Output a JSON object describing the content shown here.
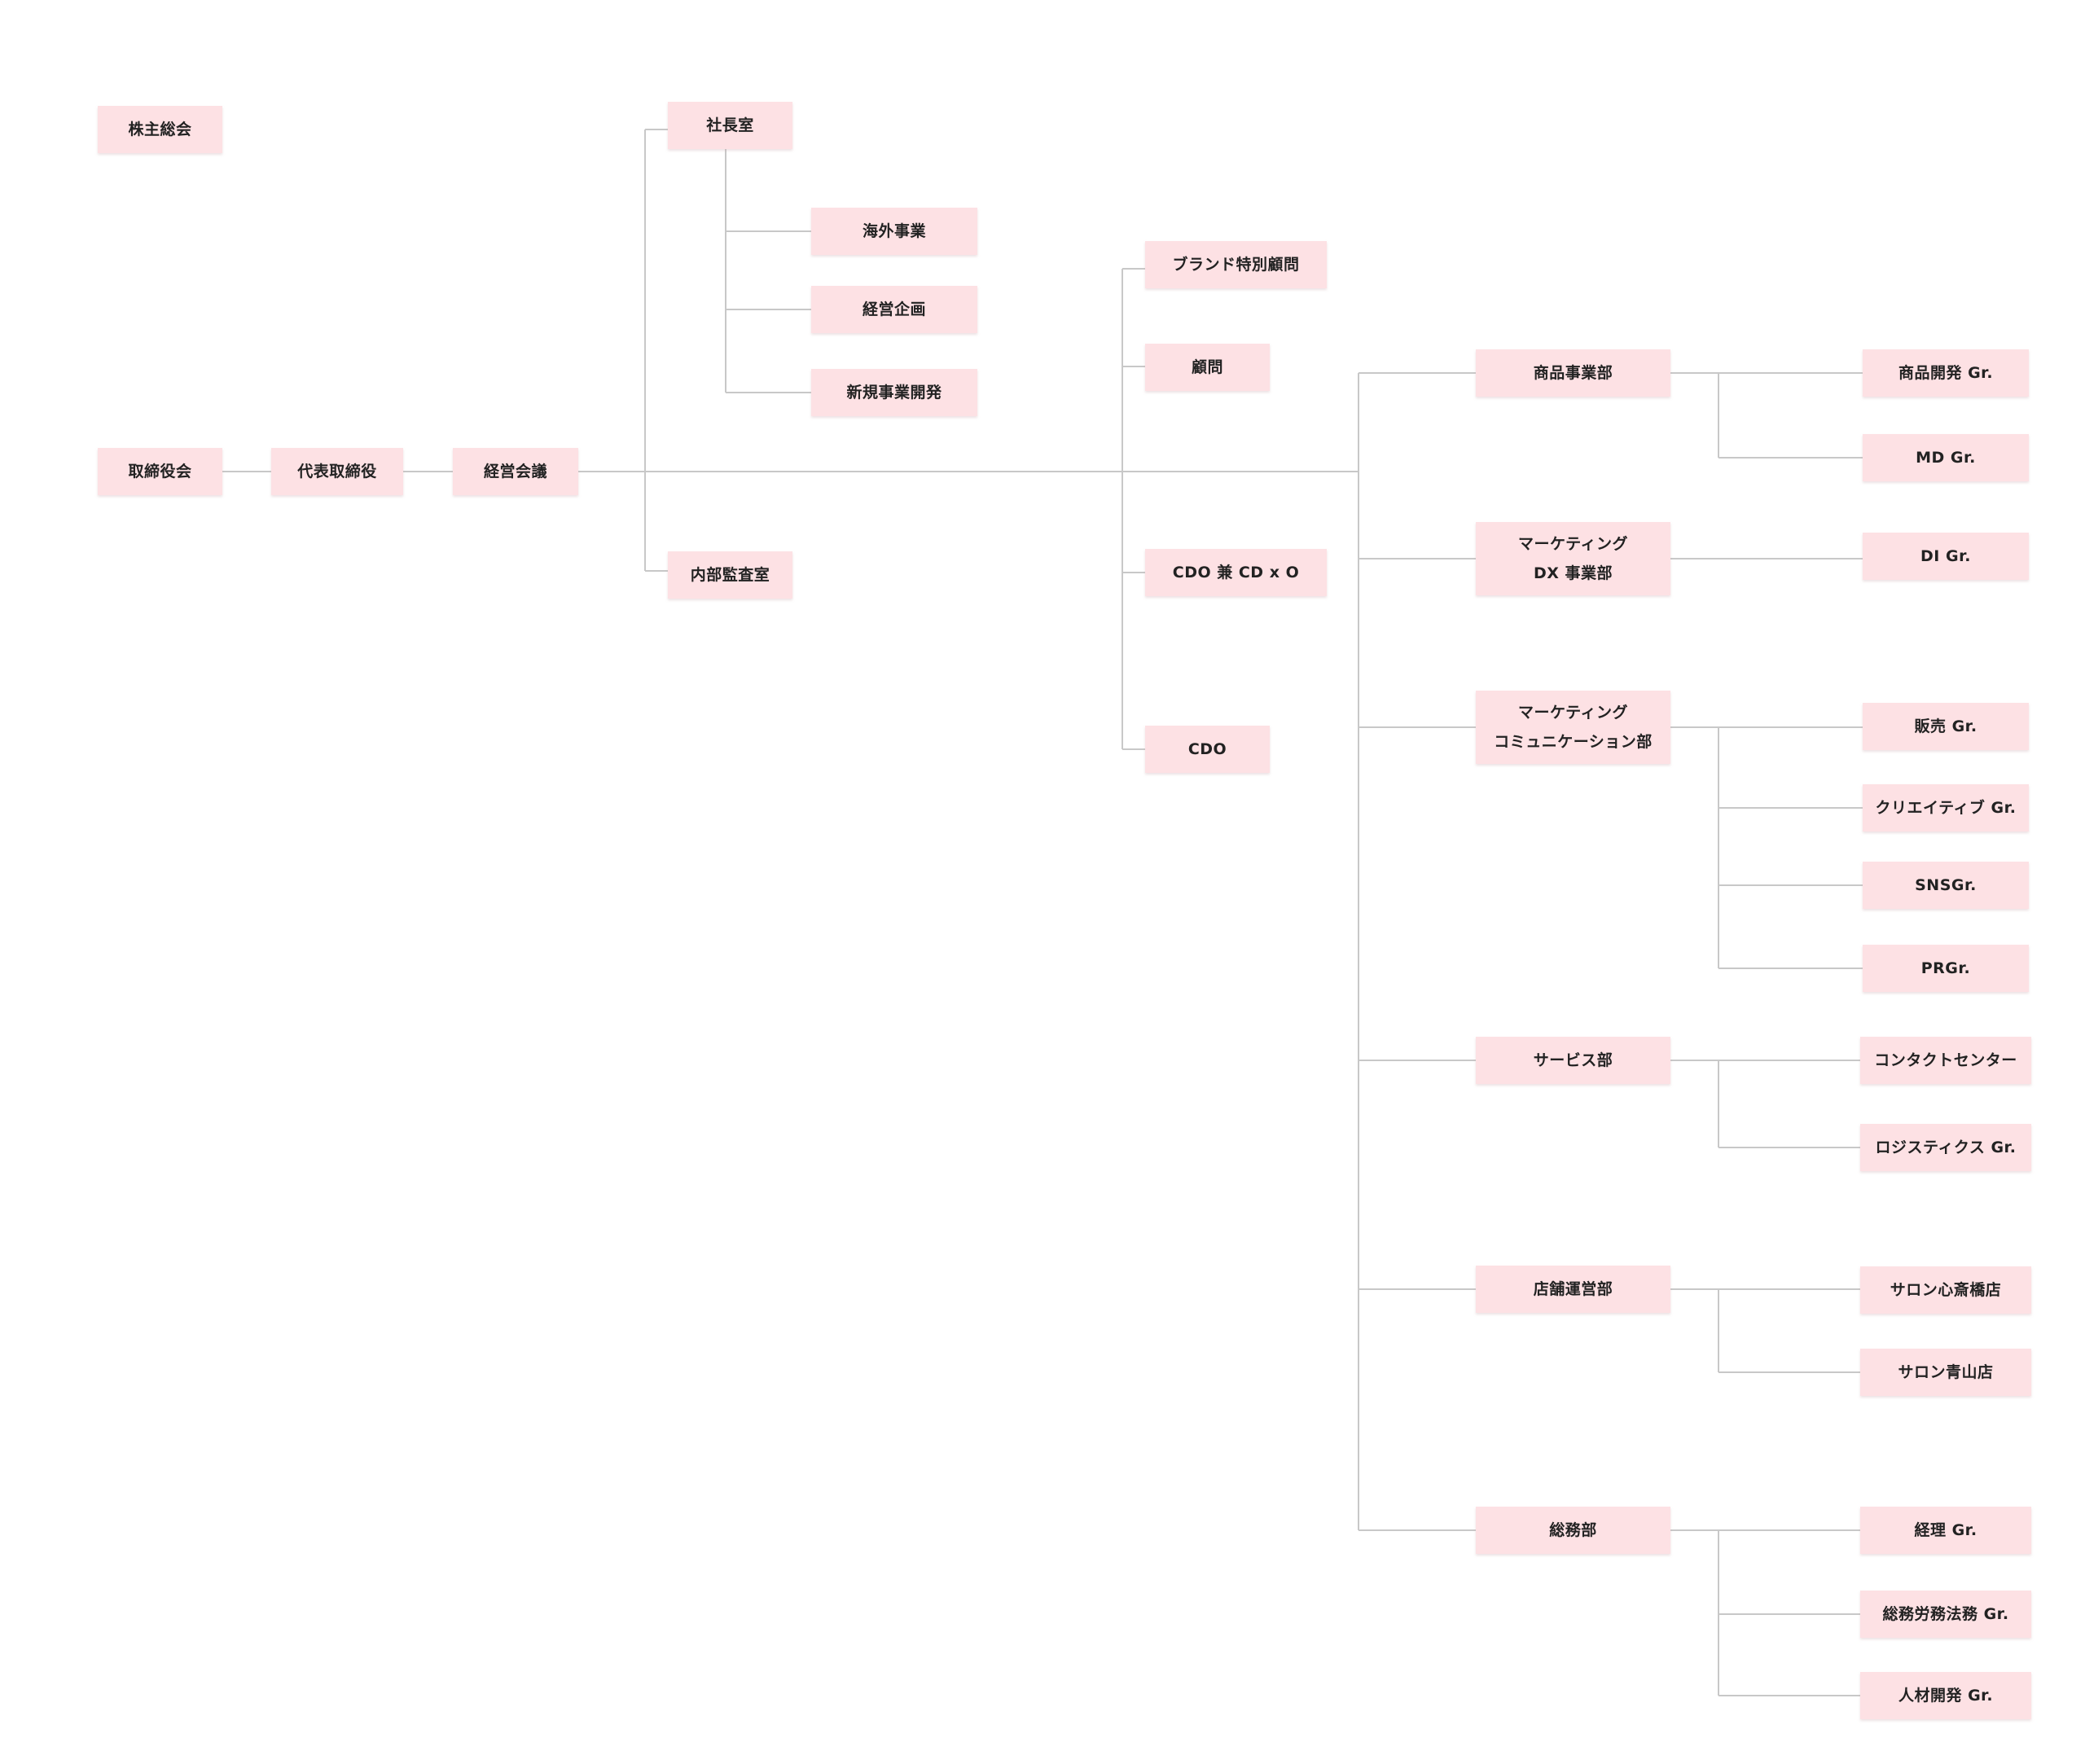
{
  "colors": {
    "box": "#fde1e4",
    "line": "#c8c8c8",
    "text": "#222222"
  },
  "nodes": {
    "shareholders": "株主総会",
    "board": "取締役会",
    "ceo": "代表取締役",
    "mgmt_meeting": "経営会議",
    "president_office": "社長室",
    "overseas": "海外事業",
    "planning": "経営企画",
    "new_business": "新規事業開発",
    "internal_audit": "内部監査室",
    "brand_advisor": "ブランド特別顧問",
    "advisor": "顧問",
    "cdo_cdxo": "CDO 兼 CD x O",
    "cdo": "CDO",
    "product_div": "商品事業部",
    "product_dev": "商品開発 Gr.",
    "md": "MD Gr.",
    "mkt_dx_div": "マーケティング\nDX 事業部",
    "di": "DI Gr.",
    "mkt_comm_div": "マーケティング\nコミュニケーション部",
    "sales": "販売 Gr.",
    "creative": "クリエイティブ Gr.",
    "sns": "SNSGr.",
    "pr": "PRGr.",
    "service_div": "サービス部",
    "contact_center": "コンタクトセンター",
    "logistics": "ロジスティクス Gr.",
    "store_div": "店舗運営部",
    "salon_shinsaibashi": "サロン心斎橋店",
    "salon_aoyama": "サロン青山店",
    "general_affairs": "総務部",
    "accounting": "経理 Gr.",
    "ga_labor_legal": "総務労務法務 Gr.",
    "hr_dev": "人材開発 Gr."
  }
}
